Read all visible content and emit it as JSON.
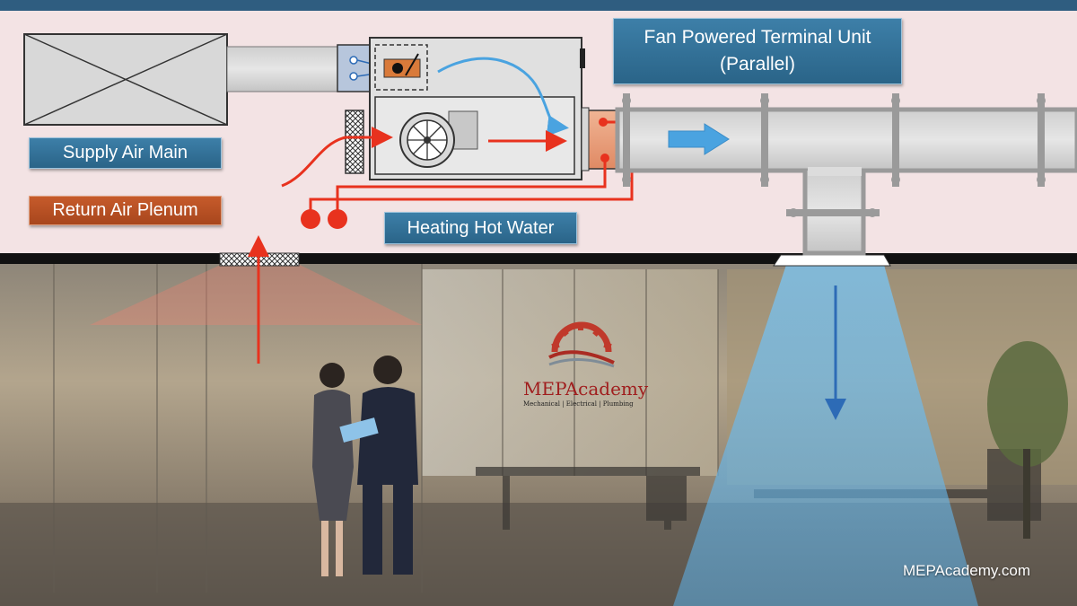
{
  "title": "Fan Powered Terminal Unit\n(Parallel)",
  "labels": {
    "supply_air_main": "Supply Air Main",
    "return_air_plenum": "Return Air Plenum",
    "heating_hot_water": "Heating Hot Water"
  },
  "logo": {
    "name": "MEPAcademy",
    "tagline": "Mechanical | Electrical | Plumbing"
  },
  "website": "MEPAcademy.com",
  "colors": {
    "ceiling_plenum": "#f3e3e4",
    "label_blue": "#2f6f99",
    "label_orange": "#b84f22",
    "hot_water_red": "#e8321e",
    "supply_air_blue": "#4aa3e0",
    "duct_gray": "#d4d4d4"
  },
  "icons": [
    "fan-icon",
    "damper-icon",
    "diffuser-icon",
    "return-grille-icon",
    "flow-arrow-icon",
    "logo-gear-icon"
  ]
}
